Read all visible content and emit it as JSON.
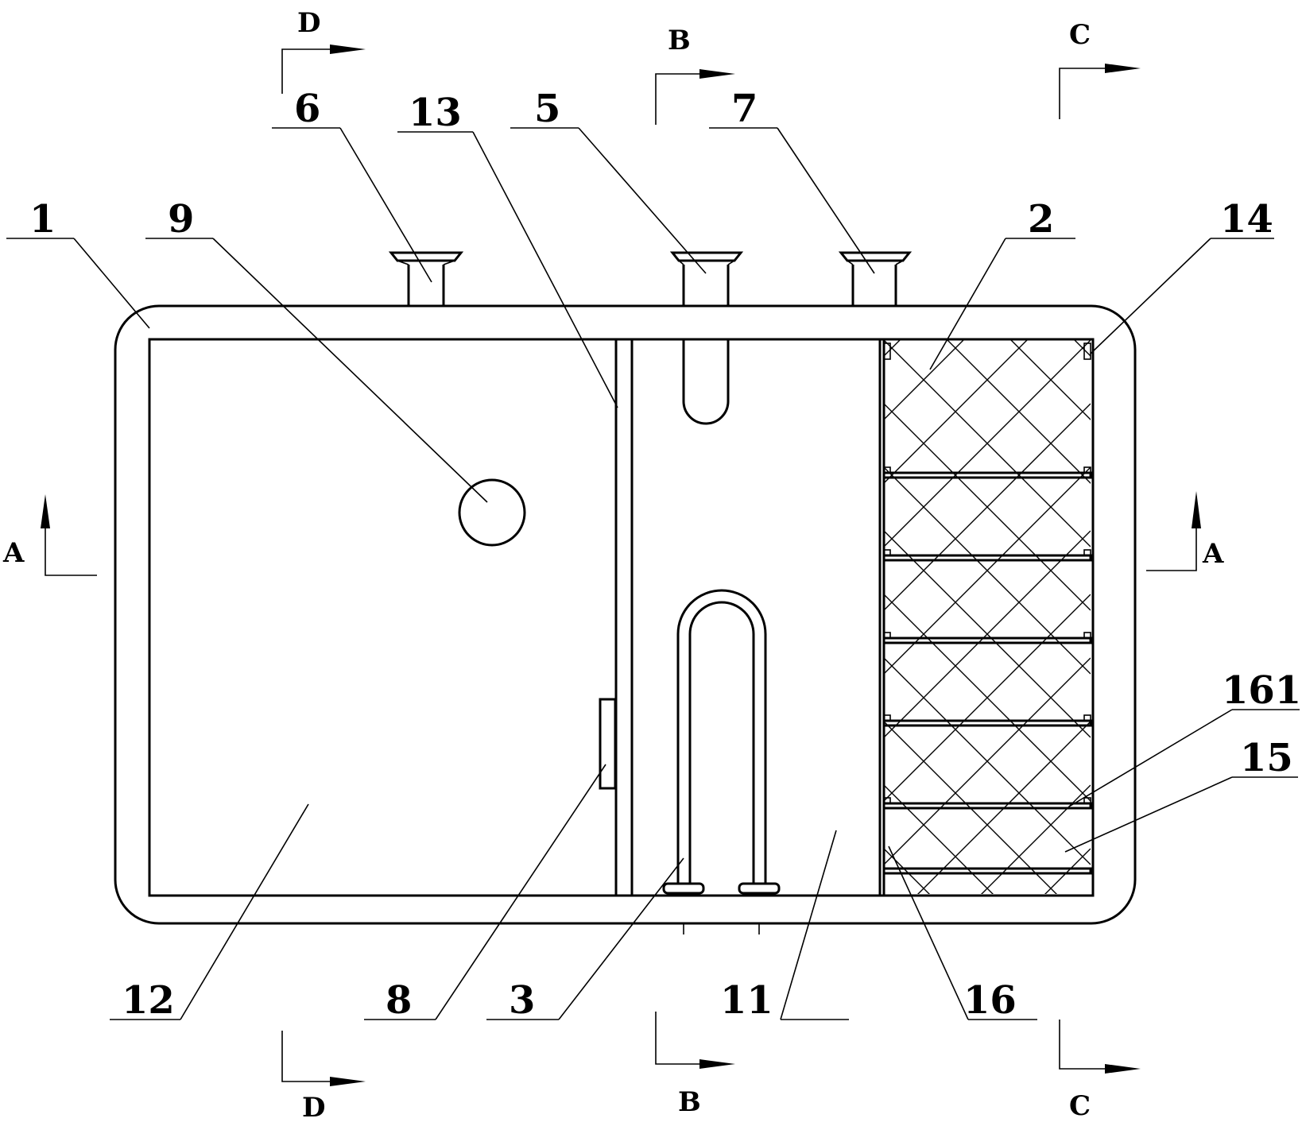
{
  "labels": {
    "l1": "1",
    "l2": "2",
    "l3": "3",
    "l5": "5",
    "l6": "6",
    "l7": "7",
    "l8": "8",
    "l9": "9",
    "l11": "11",
    "l12": "12",
    "l13": "13",
    "l14": "14",
    "l15": "15",
    "l16": "16",
    "l161": "161"
  },
  "sections": {
    "a_left": "A",
    "a_right": "A",
    "b_top": "B",
    "b_bottom": "B",
    "c_top": "C",
    "c_bottom": "C",
    "d_top": "D",
    "d_bottom": "D"
  }
}
